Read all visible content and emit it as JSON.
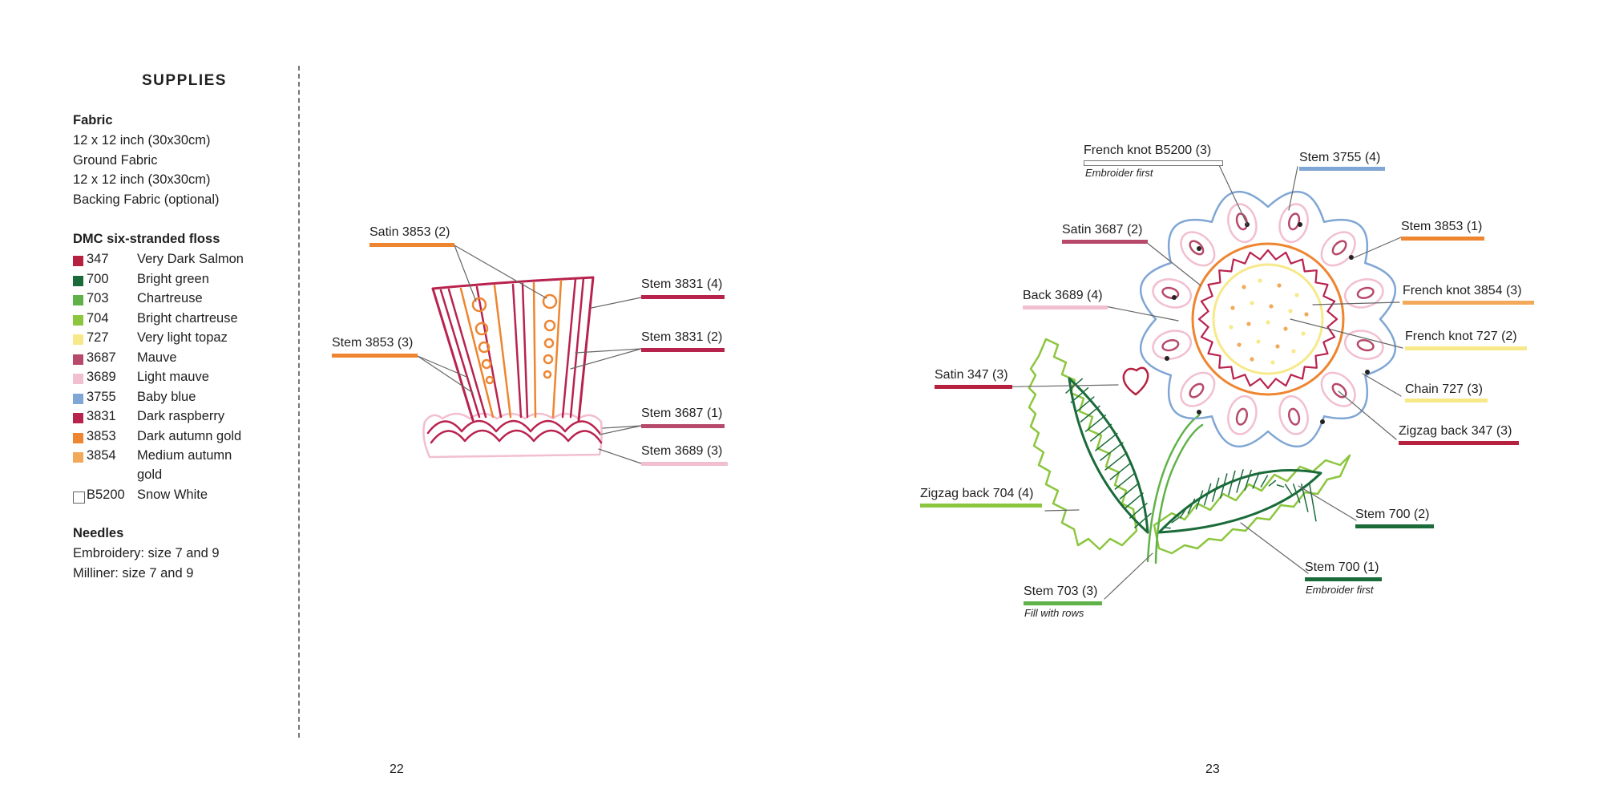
{
  "supplies": {
    "title": "SUPPLIES",
    "fabric_heading": "Fabric",
    "fabric_lines": [
      "12 x 12 inch (30x30cm)",
      "Ground Fabric",
      "12 x 12 inch (30x30cm)",
      "Backing Fabric (optional)"
    ],
    "floss_heading": "DMC six-stranded floss",
    "floss": [
      {
        "code": "347",
        "name": "Very Dark Salmon",
        "color": "#b5213f"
      },
      {
        "code": "700",
        "name": "Bright green",
        "color": "#1b6b3a"
      },
      {
        "code": "703",
        "name": "Chartreuse",
        "color": "#5fb247"
      },
      {
        "code": "704",
        "name": "Bright chartreuse",
        "color": "#8cc63f"
      },
      {
        "code": "727",
        "name": "Very light topaz",
        "color": "#f7e98a"
      },
      {
        "code": "3687",
        "name": "Mauve",
        "color": "#b74a6b"
      },
      {
        "code": "3689",
        "name": "Light mauve",
        "color": "#f2bfd0"
      },
      {
        "code": "3755",
        "name": "Baby blue",
        "color": "#7fa6d4"
      },
      {
        "code": "3831",
        "name": "Dark raspberry",
        "color": "#b8234e"
      },
      {
        "code": "3853",
        "name": "Dark autumn gold",
        "color": "#ee8530"
      },
      {
        "code": "3854",
        "name": "Medium autumn",
        "name2": "gold",
        "color": "#f2aa5a"
      },
      {
        "code": "B5200",
        "name": "Snow White",
        "color": "#ffffff"
      }
    ],
    "needles_heading": "Needles",
    "needles_lines": [
      "Embroidery: size 7 and 9",
      "Milliner: size 7 and 9"
    ]
  },
  "pages": {
    "left": "22",
    "right": "23"
  },
  "hat_labels": {
    "satin_3853": "Satin 3853 (2)",
    "stem_3853": "Stem 3853 (3)",
    "stem_3831_4": "Stem 3831 (4)",
    "stem_3831_2": "Stem 3831 (2)",
    "stem_3687_1": "Stem 3687 (1)",
    "stem_3689_3": "Stem 3689 (3)"
  },
  "flower_labels": {
    "french_knot_b5200": "French knot B5200 (3)",
    "embroider_first_1": "Embroider first",
    "stem_3755": "Stem 3755 (4)",
    "satin_3687": "Satin 3687 (2)",
    "stem_3853_1": "Stem 3853 (1)",
    "back_3689": "Back 3689 (4)",
    "french_knot_3854": "French knot 3854 (3)",
    "french_knot_727": "French knot 727 (2)",
    "satin_347": "Satin 347 (3)",
    "chain_727": "Chain 727 (3)",
    "zigzag_back_347": "Zigzag back 347 (3)",
    "zigzag_back_704": "Zigzag back 704 (4)",
    "stem_700_2": "Stem 700 (2)",
    "stem_700_1": "Stem 700 (1)",
    "embroider_first_2": "Embroider first",
    "stem_703": "Stem 703 (3)",
    "fill_with_rows": "Fill with rows"
  }
}
